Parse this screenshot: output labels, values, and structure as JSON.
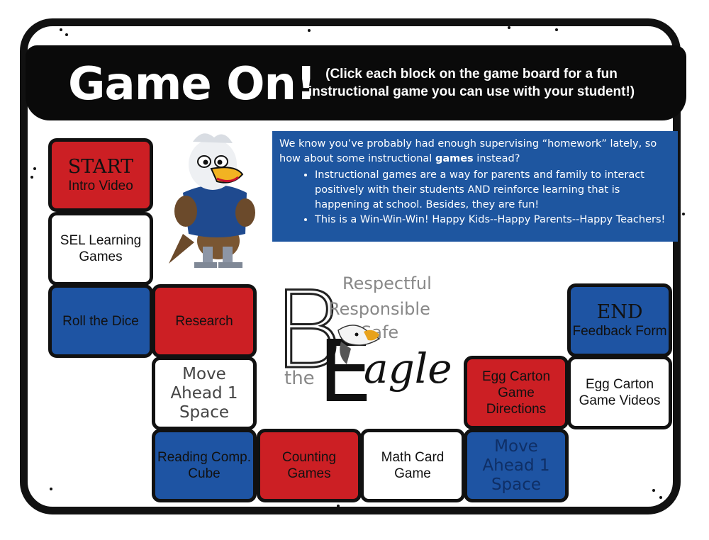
{
  "header": {
    "title": "Game On!",
    "subtitle": "(Click each block on the game board for a fun instructional game you can use with your student!)"
  },
  "info": {
    "intro_pre": "We know you’ve probably had enough supervising “homework” lately, so how about some instructional ",
    "intro_bold": "games",
    "intro_post": " instead?",
    "bullets": [
      "Instructional games are a way for parents and family to interact positively with their students AND reinforce learning that is happening at school. Besides, they are fun!",
      "This is a Win-Win-Win! Happy Kids--Happy Parents--Happy Teachers!"
    ]
  },
  "logo": {
    "words": [
      "Respectful",
      "Responsible",
      "Safe"
    ],
    "the": "the",
    "big_b": "B",
    "big_e": "E",
    "agle": "agle"
  },
  "tiles": {
    "start_top": "START",
    "start_bottom": "Intro Video",
    "sel": "SEL Learning Games",
    "roll": "Roll the Dice",
    "research": "Research",
    "move1": "Move Ahead 1 Space",
    "reading": "Reading Comp. Cube",
    "counting": "Counting Games",
    "math": "Math Card Game",
    "move2": "Move Ahead 1 Space",
    "egg_dir": "Egg Carton Game Directions",
    "egg_vid": "Egg Carton Game Videos",
    "end_top": "END",
    "end_bottom": "Feedback Form"
  },
  "colors": {
    "red": "#cc1f24",
    "blue": "#1e54a3",
    "black": "#0a0a0a",
    "info_blue": "#1e56a0"
  },
  "icons": [
    "eagle-mascot-icon",
    "eagle-head-icon"
  ]
}
